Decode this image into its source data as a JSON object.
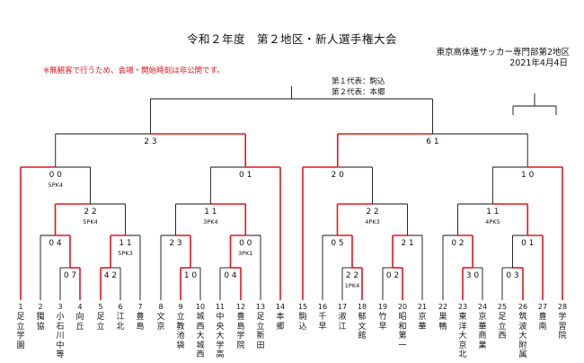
{
  "header": {
    "title": "令和２年度　第２地区・新人選手権大会",
    "organizer": "東京高体連サッカー専門部第2地区",
    "date": "2021年4月4日",
    "notice": "※無観客で行うため、会場・開始時刻は非公開です。",
    "rep1": "第１代表：駒込",
    "rep2": "第２代表：本郷"
  },
  "colors": {
    "win": "#e8141c",
    "line": "#111111"
  },
  "teams": [
    {
      "no": "1",
      "name": "足立学園"
    },
    {
      "no": "2",
      "name": "獨協"
    },
    {
      "no": "3",
      "name": "小石川中等"
    },
    {
      "no": "4",
      "name": "向丘"
    },
    {
      "no": "5",
      "name": "足立"
    },
    {
      "no": "6",
      "name": "江北"
    },
    {
      "no": "7",
      "name": "豊島"
    },
    {
      "no": "8",
      "name": "文京"
    },
    {
      "no": "9",
      "name": "立教池袋"
    },
    {
      "no": "10",
      "name": "城西大城西"
    },
    {
      "no": "11",
      "name": "中央大学高"
    },
    {
      "no": "12",
      "name": "豊島学院"
    },
    {
      "no": "13",
      "name": "足立新田"
    },
    {
      "no": "14",
      "name": "本郷"
    },
    {
      "no": "15",
      "name": "駒込"
    },
    {
      "no": "16",
      "name": "千早"
    },
    {
      "no": "17",
      "name": "淑江"
    },
    {
      "no": "18",
      "name": "郁文館"
    },
    {
      "no": "19",
      "name": "竹早"
    },
    {
      "no": "20",
      "name": "昭和第一"
    },
    {
      "no": "21",
      "name": "京華"
    },
    {
      "no": "22",
      "name": "巣鴨"
    },
    {
      "no": "23",
      "name": "東洋大京北"
    },
    {
      "no": "24",
      "name": "京華商業"
    },
    {
      "no": "25",
      "name": "足立西"
    },
    {
      "no": "26",
      "name": "筑波大附属"
    },
    {
      "no": "27",
      "name": "豊南"
    },
    {
      "no": "28",
      "name": "学習院"
    }
  ],
  "scores": {
    "r1_3_4": "0 7",
    "r1_5_6": "4 2",
    "r1_9_10": "1 0",
    "r1_11_12": "0 4",
    "r1_17_18": "2 2",
    "r1_17_18_pk": "1PK4",
    "r1_19_20": "0 2",
    "r1_23_24": "3 0",
    "r1_25_26": "0 3",
    "r2_a": "0 4",
    "r2_b": "1 1",
    "r2_b_pk": "5PK3",
    "r2_c": "2 3",
    "r2_d": "0 0",
    "r2_d_pk": "3PK1",
    "r2_e": "0 5",
    "r2_f": "2 1",
    "r2_g": "0 2",
    "r2_h": "0 1",
    "r3_a": "2 2",
    "r3_a_pk": "5PK4",
    "r3_b": "1 1",
    "r3_b_pk": "3PK4",
    "r3_c": "2 2",
    "r3_c_pk": "4PK3",
    "r3_d": "1 1",
    "r3_d_pk": "4PK5",
    "r4_a": "0 0",
    "r4_a_pk": "5PK4",
    "r4_b": "0 1",
    "r4_c": "2 0",
    "r4_d": "1 0",
    "semi_a": "2 3",
    "semi_b": "6 1"
  }
}
